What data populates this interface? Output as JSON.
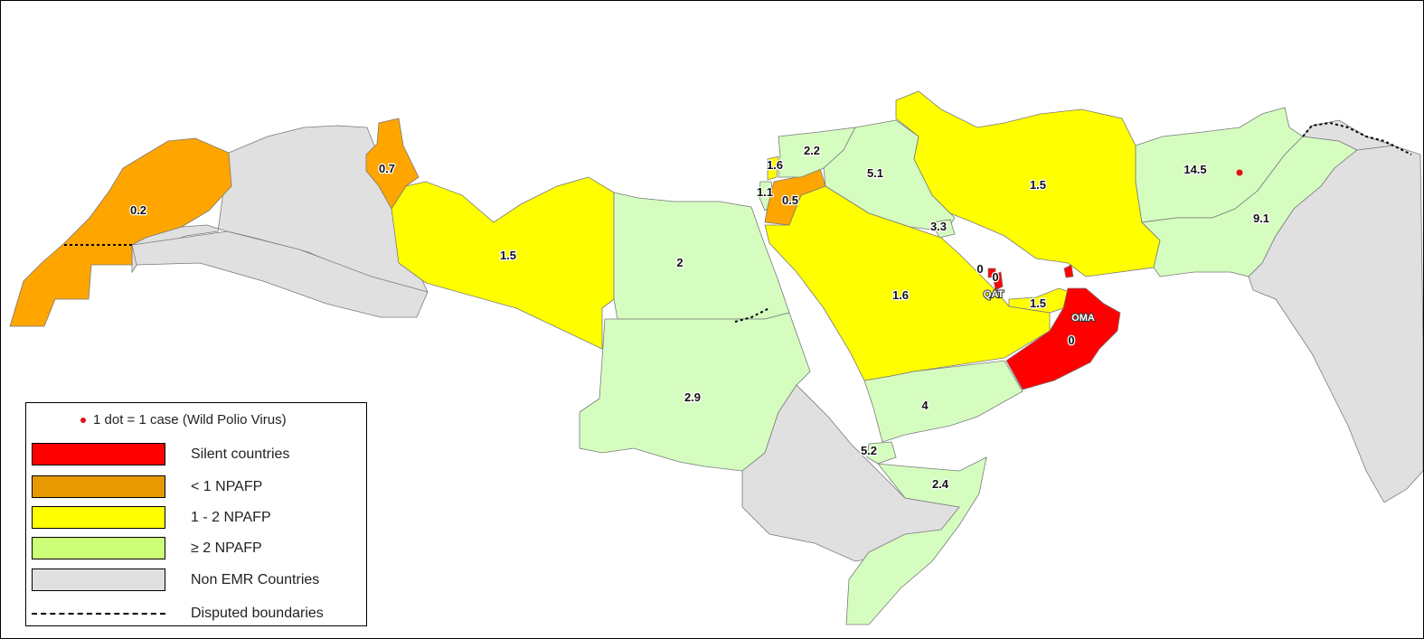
{
  "colors": {
    "silent": "#ff0000",
    "lt1": "#ffa500",
    "one_two": "#ffff00",
    "ge2": "#d6fdc0",
    "non_emr": "#e0e0e0",
    "dot": "#e0101a"
  },
  "legend": {
    "dot_label": "1 dot = 1 case (Wild Polio Virus)",
    "items": [
      {
        "label": "Silent countries",
        "color": "#ff0000"
      },
      {
        "label": "< 1 NPAFP",
        "color": "#e69900"
      },
      {
        "label": "1 - 2 NPAFP",
        "color": "#ffff00"
      },
      {
        "label": "≥ 2 NPAFP",
        "color": "#ccff77"
      },
      {
        "label": "Non EMR Countries",
        "color": "#e0e0e0"
      },
      {
        "label": "Disputed boundaries",
        "style": "dashed"
      }
    ]
  },
  "regions": {
    "morocco": "0.2",
    "tunisia": "0.7",
    "libya": "1.5",
    "egypt": "2",
    "sudan": "2.9",
    "lebanon": "1.6",
    "palestine": "1.1",
    "jordan": "0.5",
    "syria": "2.2",
    "iraq": "5.1",
    "kuwait": "3.3",
    "iran": "1.5",
    "saudi": "1.6",
    "bahrain": "0",
    "qatar_value": "0",
    "qatar_code": "QAT",
    "uae": "1.5",
    "oman_code": "OMA",
    "oman_value": "0",
    "yemen": "4",
    "djibouti": "5.2",
    "somalia": "2.4",
    "afghanistan": "14.5",
    "pakistan": "9.1"
  },
  "wpv_cases": 1
}
